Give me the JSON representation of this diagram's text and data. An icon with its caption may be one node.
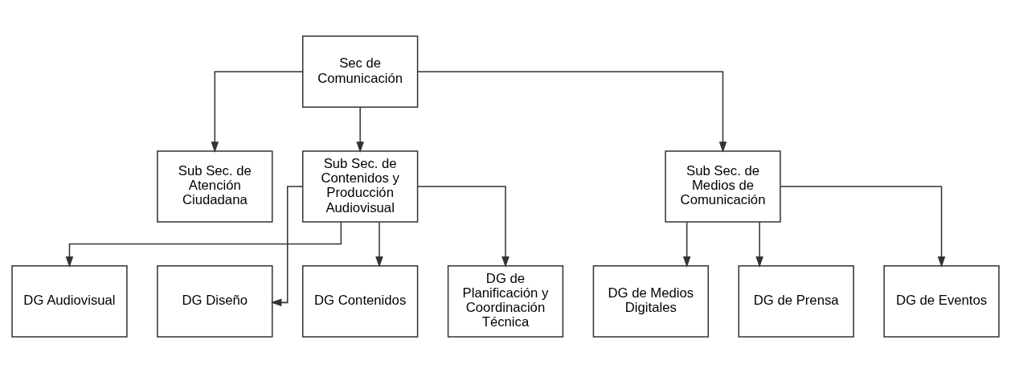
{
  "diagram": {
    "nodes": [
      {
        "text": [
          "Sec de Comunicación"
        ]
      },
      {
        "text": [
          "Sub Sec. de Atención Ciudadana"
        ]
      },
      {
        "text": [
          "Sub Sec. de Contenidos y Producción Audiovisual"
        ]
      },
      {
        "text": [
          "Sub Sec. de Medios de Comunicación"
        ]
      },
      {
        "text": [
          "DG Audiovisual"
        ]
      },
      {
        "text": [
          "DG Diseño"
        ]
      },
      {
        "text": [
          "DG Contenidos"
        ]
      },
      {
        "text": [
          "DG de Planificación y Coordinación Técnica"
        ]
      },
      {
        "text": [
          "DG de Medios Digitales"
        ]
      },
      {
        "text": [
          "DG de Prensa"
        ]
      },
      {
        "text": [
          "DG de Eventos"
        ]
      }
    ],
    "edges": [
      {
        "from": 0,
        "to": 1,
        "arrow": "to"
      },
      {
        "from": 0,
        "to": 2,
        "arrow": "to"
      },
      {
        "from": 0,
        "to": 3,
        "arrow": "to"
      },
      {
        "from": 2,
        "to": 4,
        "arrow": "to"
      },
      {
        "from": 2,
        "to": 5,
        "arrow": "to"
      },
      {
        "from": 2,
        "to": 6,
        "arrow": "to"
      },
      {
        "from": 2,
        "to": 7,
        "arrow": "to"
      },
      {
        "from": 3,
        "to": 8,
        "arrow": "to"
      },
      {
        "from": 3,
        "to": 9,
        "arrow": "to"
      },
      {
        "from": 3,
        "to": 10,
        "arrow": "to"
      }
    ]
  }
}
